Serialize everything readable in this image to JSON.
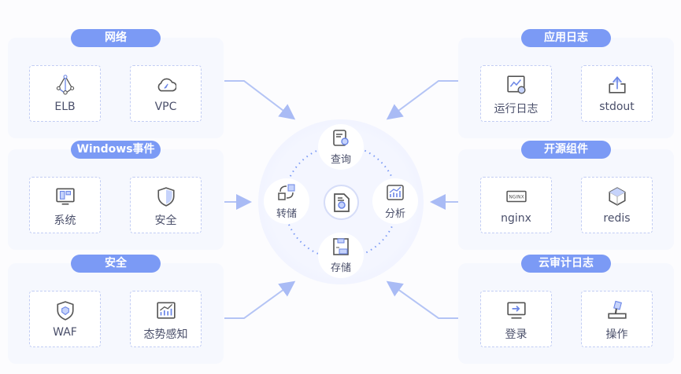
{
  "left_groups": [
    {
      "title": "网络",
      "items": [
        {
          "label": "ELB",
          "icon": "elb-icon"
        },
        {
          "label": "VPC",
          "icon": "cloud-icon"
        }
      ]
    },
    {
      "title": "Windows事件",
      "items": [
        {
          "label": "系统",
          "icon": "system-icon"
        },
        {
          "label": "安全",
          "icon": "shield-icon"
        }
      ]
    },
    {
      "title": "安全",
      "items": [
        {
          "label": "WAF",
          "icon": "waf-shield-icon"
        },
        {
          "label": "态势感知",
          "icon": "chart-icon"
        }
      ]
    }
  ],
  "right_groups": [
    {
      "title": "应用日志",
      "items": [
        {
          "label": "运行日志",
          "icon": "log-chart-icon"
        },
        {
          "label": "stdout",
          "icon": "upload-icon"
        }
      ]
    },
    {
      "title": "开源组件",
      "items": [
        {
          "label": "nginx",
          "icon": "nginx-icon"
        },
        {
          "label": "redis",
          "icon": "hexagon-icon"
        }
      ]
    },
    {
      "title": "云审计日志",
      "items": [
        {
          "label": "登录",
          "icon": "login-icon"
        },
        {
          "label": "操作",
          "icon": "operation-icon"
        }
      ]
    }
  ],
  "center": {
    "nodes": {
      "top": "查询",
      "left": "转储",
      "right": "分析",
      "bottom": "存储"
    }
  },
  "colors": {
    "accent": "#7b9af5",
    "panel": "#f6f8fe"
  }
}
